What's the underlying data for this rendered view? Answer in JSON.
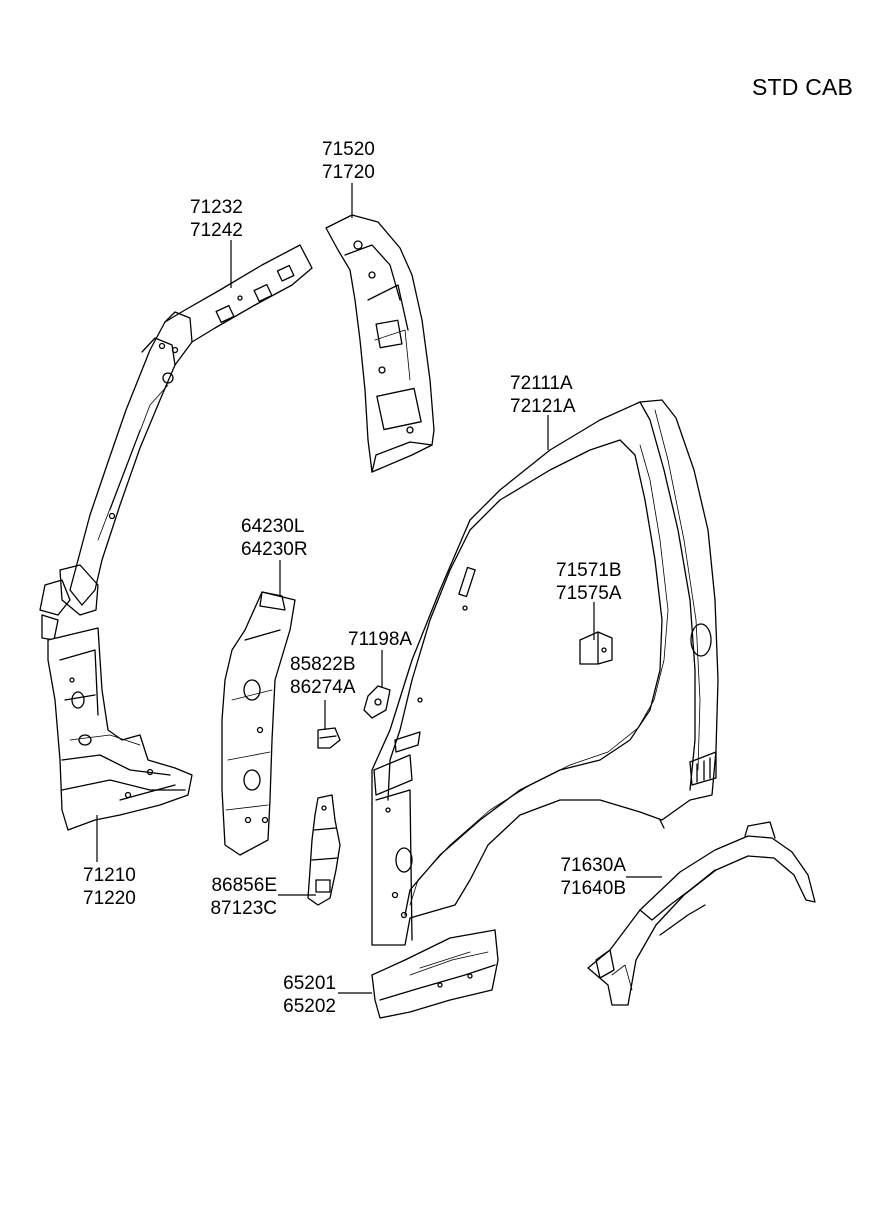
{
  "title": "STD CAB",
  "callouts": [
    {
      "id": "a-pillar-upper",
      "lines": [
        "71232",
        "71242"
      ]
    },
    {
      "id": "roof-rail-inner",
      "lines": [
        "71520",
        "71720"
      ]
    },
    {
      "id": "side-outer-panel",
      "lines": [
        "72111A",
        "72121A"
      ]
    },
    {
      "id": "pillar-reinforcement",
      "lines": [
        "64230L",
        "64230R"
      ]
    },
    {
      "id": "bracket-small-71571",
      "lines": [
        "71571B",
        "71575A"
      ]
    },
    {
      "id": "clip-71198",
      "lines": [
        "71198A"
      ]
    },
    {
      "id": "bracket-85822",
      "lines": [
        "85822B",
        "86274A"
      ]
    },
    {
      "id": "front-pillar-inner",
      "lines": [
        "71210",
        "71220"
      ]
    },
    {
      "id": "bracket-86856",
      "lines": [
        "86856E",
        "87123C"
      ]
    },
    {
      "id": "wheelhouse-inner",
      "lines": [
        "71630A",
        "71640B"
      ]
    },
    {
      "id": "side-sill-inner",
      "lines": [
        "65201",
        "65202"
      ]
    }
  ]
}
